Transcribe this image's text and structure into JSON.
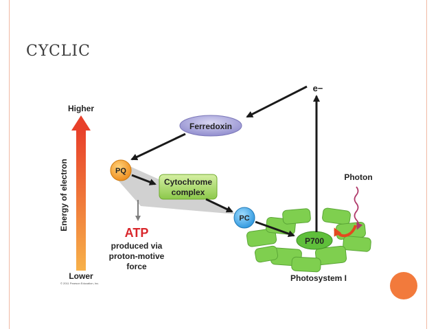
{
  "slide": {
    "title": "CYCLIC"
  },
  "diagram": {
    "axis_top": "Higher",
    "axis_bottom": "Lower",
    "axis_title": "Energy of electron",
    "electron": "e−",
    "ferredoxin": "Ferredoxin",
    "pq": "PQ",
    "cytochrome_line1": "Cytochrome",
    "cytochrome_line2": "complex",
    "pc": "PC",
    "p700": "P700",
    "photon": "Photon",
    "atp": "ATP",
    "atp_line1": "produced via",
    "atp_line2": "proton-motive",
    "atp_line3": "force",
    "photosystem": "Photosystem I",
    "copyright": "© 2011 Pearson Education, Inc."
  },
  "colors": {
    "accent": "#f27a3c",
    "frame": "#f1b9a3",
    "atp": "#d9262b",
    "ferredoxin": "#9d9ad6",
    "cytochrome": "#a8d86a",
    "pq": "#f39c2b",
    "pc": "#3fa8e6",
    "photosystem": "#7fcf4f"
  }
}
